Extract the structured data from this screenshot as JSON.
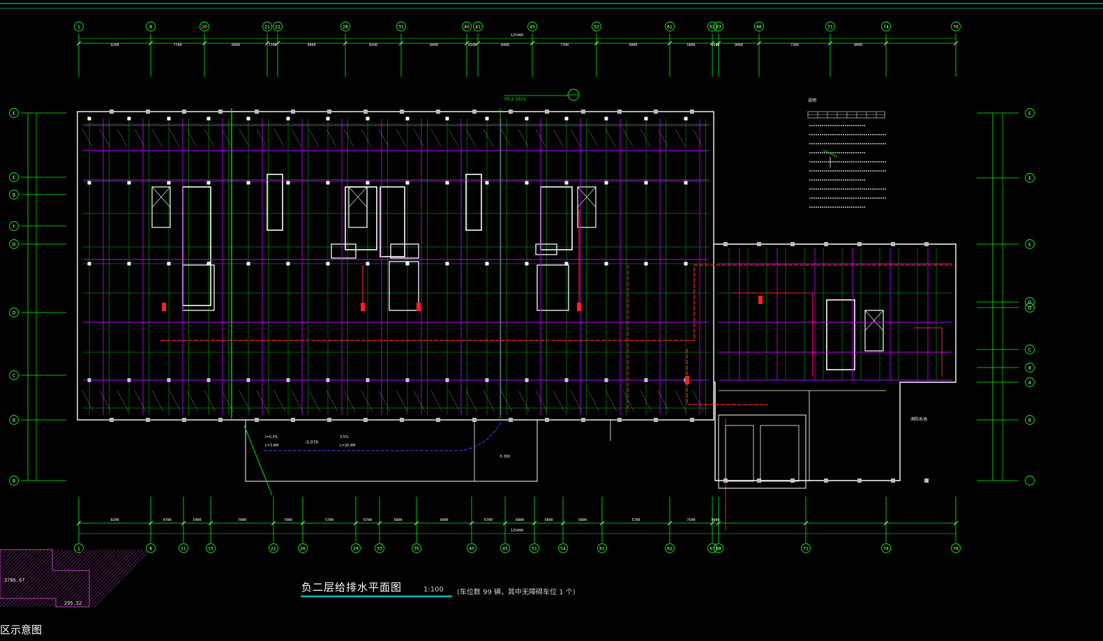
{
  "drawing": {
    "title": "负二层给排水平面图",
    "scale": "1:100",
    "note": "(车位数 99 辆，其中无障碍车位 1 个)",
    "keyplan_title": "区示意图",
    "keyplan_label_a": "3786.67",
    "keyplan_label_b": "295.52"
  },
  "colors": {
    "background": "#000000",
    "grid_lines": "#00ff00",
    "axis_bubbles": "#00ff00",
    "walls": "#ffffff",
    "water_supply_pipes": "#ff2020",
    "drain_pipes": "#c000ff",
    "dimension_text": "#ffffff",
    "title_underline": "#00c0c0",
    "frame": "#00c0c0"
  },
  "axes_top": [
    "1",
    "8",
    "10",
    "21",
    "22",
    "28",
    "31",
    "40",
    "41",
    "45",
    "52",
    "61",
    "62",
    "63",
    "66",
    "71",
    "74",
    "76"
  ],
  "axes_bottom": [
    "1",
    "8",
    "11",
    "15",
    "22",
    "26",
    "29",
    "33",
    "35",
    "40",
    "45",
    "51",
    "54",
    "61",
    "62",
    "63",
    "68",
    "71",
    "74",
    "76"
  ],
  "axes_left": [
    "E",
    "E",
    "B",
    "F",
    "D",
    "D",
    "C",
    "B"
  ],
  "axes_right": [
    "E",
    "E",
    "E",
    "D",
    "D",
    "C",
    "B",
    "A",
    "B"
  ],
  "dimensions_top": [
    "9200",
    "7700",
    "8400",
    "7700",
    "9000",
    "8100",
    "8400",
    "8100",
    "8400",
    "7700",
    "9000",
    "5800",
    "5600",
    "9000",
    "7200",
    "9000"
  ],
  "dimensions_bottom": [
    "9200",
    "4700",
    "5400",
    "7000",
    "7900",
    "5700",
    "6700",
    "5800",
    "9900",
    "6700",
    "8900",
    "5800",
    "5800",
    "5700",
    "7500",
    "9000"
  ],
  "dimension_total": "125400",
  "annotations": {
    "level_a": "-5.070",
    "level_b": "-5.300",
    "slope_a": "i=0.3%",
    "slope_b": "L=3.6M",
    "slope_c": "L=20.4M",
    "slope_d": "3.5%",
    "detail_ref": "05.2.1311",
    "pump_room": "消防水池",
    "legend_heading": "说明"
  }
}
